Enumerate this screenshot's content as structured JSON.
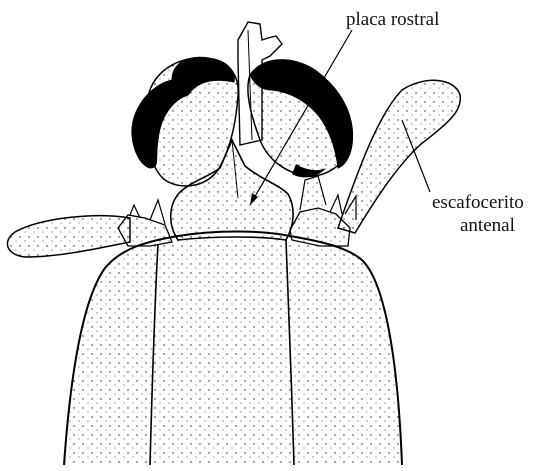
{
  "labels": {
    "placa_rostral": "placa rostral",
    "escafocerito_line1": "escafocerito",
    "escafocerito_line2": "antenal"
  }
}
